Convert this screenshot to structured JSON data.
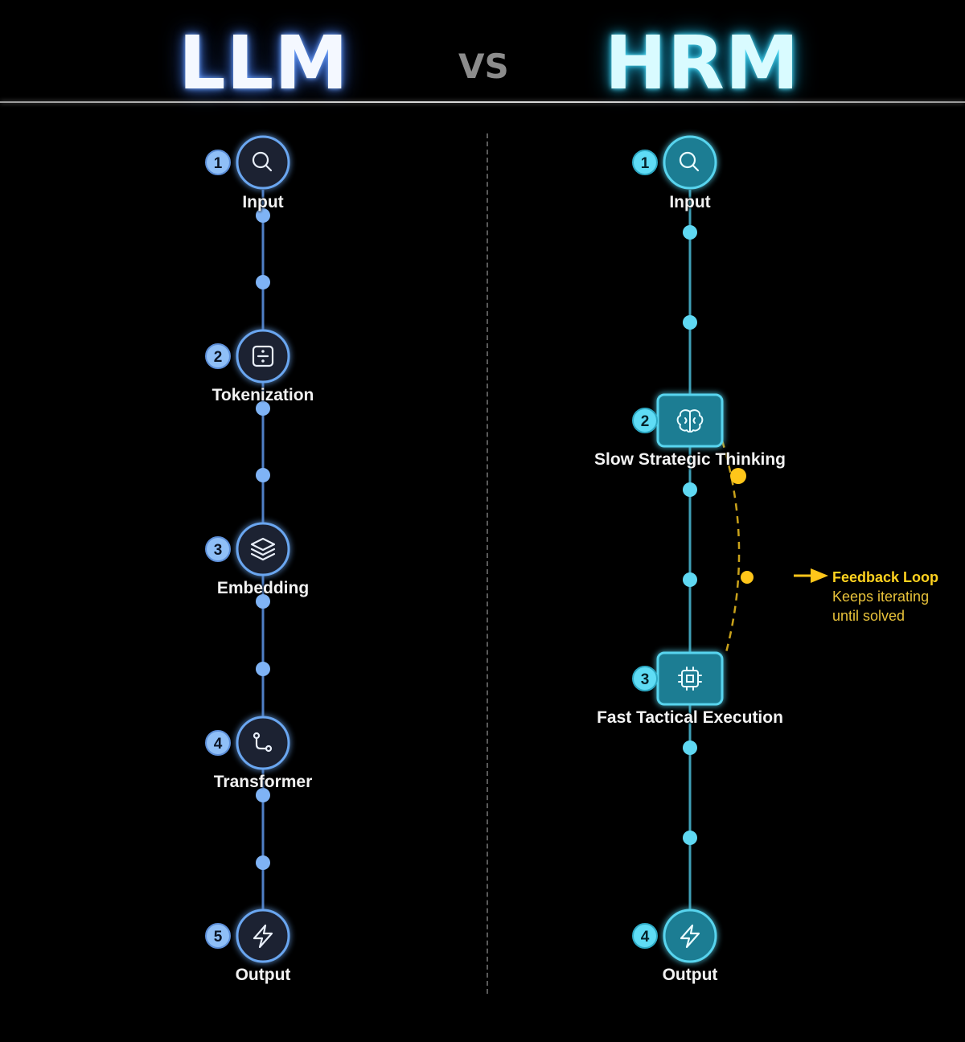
{
  "header": {
    "left_title": "LLM",
    "vs": "VS",
    "right_title": "HRM"
  },
  "llm": {
    "steps": [
      {
        "number": "1",
        "label": "Input",
        "icon": "search-icon"
      },
      {
        "number": "2",
        "label": "Tokenization",
        "icon": "divide-square-icon"
      },
      {
        "number": "3",
        "label": "Embedding",
        "icon": "layers-icon"
      },
      {
        "number": "4",
        "label": "Transformer",
        "icon": "git-branch-icon"
      },
      {
        "number": "5",
        "label": "Output",
        "icon": "lightning-icon"
      }
    ]
  },
  "hrm": {
    "steps": [
      {
        "number": "1",
        "label": "Input",
        "icon": "search-icon"
      },
      {
        "number": "2",
        "label": "Slow Strategic Thinking",
        "icon": "brain-icon"
      },
      {
        "number": "3",
        "label": "Fast Tactical Execution",
        "icon": "cpu-chip-icon"
      },
      {
        "number": "4",
        "label": "Output",
        "icon": "lightning-icon"
      }
    ],
    "feedback": {
      "title": "Feedback Loop",
      "line1": "Keeps iterating",
      "line2": "until solved"
    }
  },
  "colors": {
    "llm_accent": "#6aa6f0",
    "llm_node_fill": "#1f2430",
    "hrm_accent": "#59d4ee",
    "hrm_node_fill": "#1a7d93",
    "feedback": "#f5c518"
  }
}
